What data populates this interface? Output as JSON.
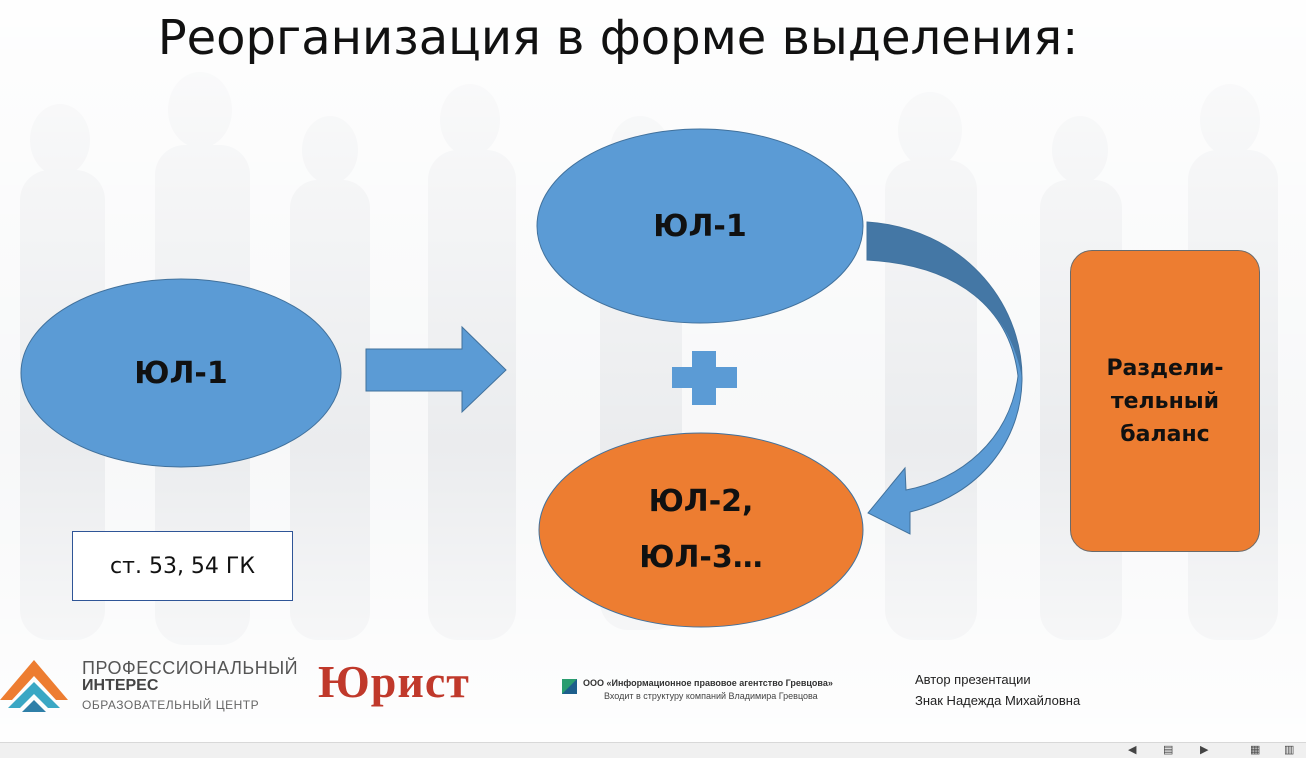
{
  "title": "Реорганизация в форме выделения:",
  "nodes": {
    "source": "ЮЛ-1",
    "result_main": "ЮЛ-1",
    "result_new_line1": "ЮЛ-2,",
    "result_new_line2": "ЮЛ-3…"
  },
  "balance": {
    "line1": "Раздели-",
    "line2": "тельный",
    "line3": "баланс"
  },
  "reference": "ст. 53, 54 ГК",
  "footer": {
    "logo1_line1": "ПРОФЕССИОНАЛЬНЫЙ",
    "logo1_line2": "ИНТЕРЕС",
    "logo1_line3": "ОБРАЗОВАТЕЛЬНЫЙ ЦЕНТР",
    "logo2": "Юрист",
    "logo3_line1": "ООО «Информационное правовое агентство Гревцова»",
    "logo3_line2": "Входит в структуру компаний Владимира Гревцова",
    "author_label": "Автор презентации",
    "author_name": "Знак Надежда Михайловна"
  },
  "colors": {
    "blue": "#5b9bd5",
    "orange": "#ed7d31",
    "dark_blue_arrow": "#41719c",
    "red_logo": "#c0392b"
  }
}
